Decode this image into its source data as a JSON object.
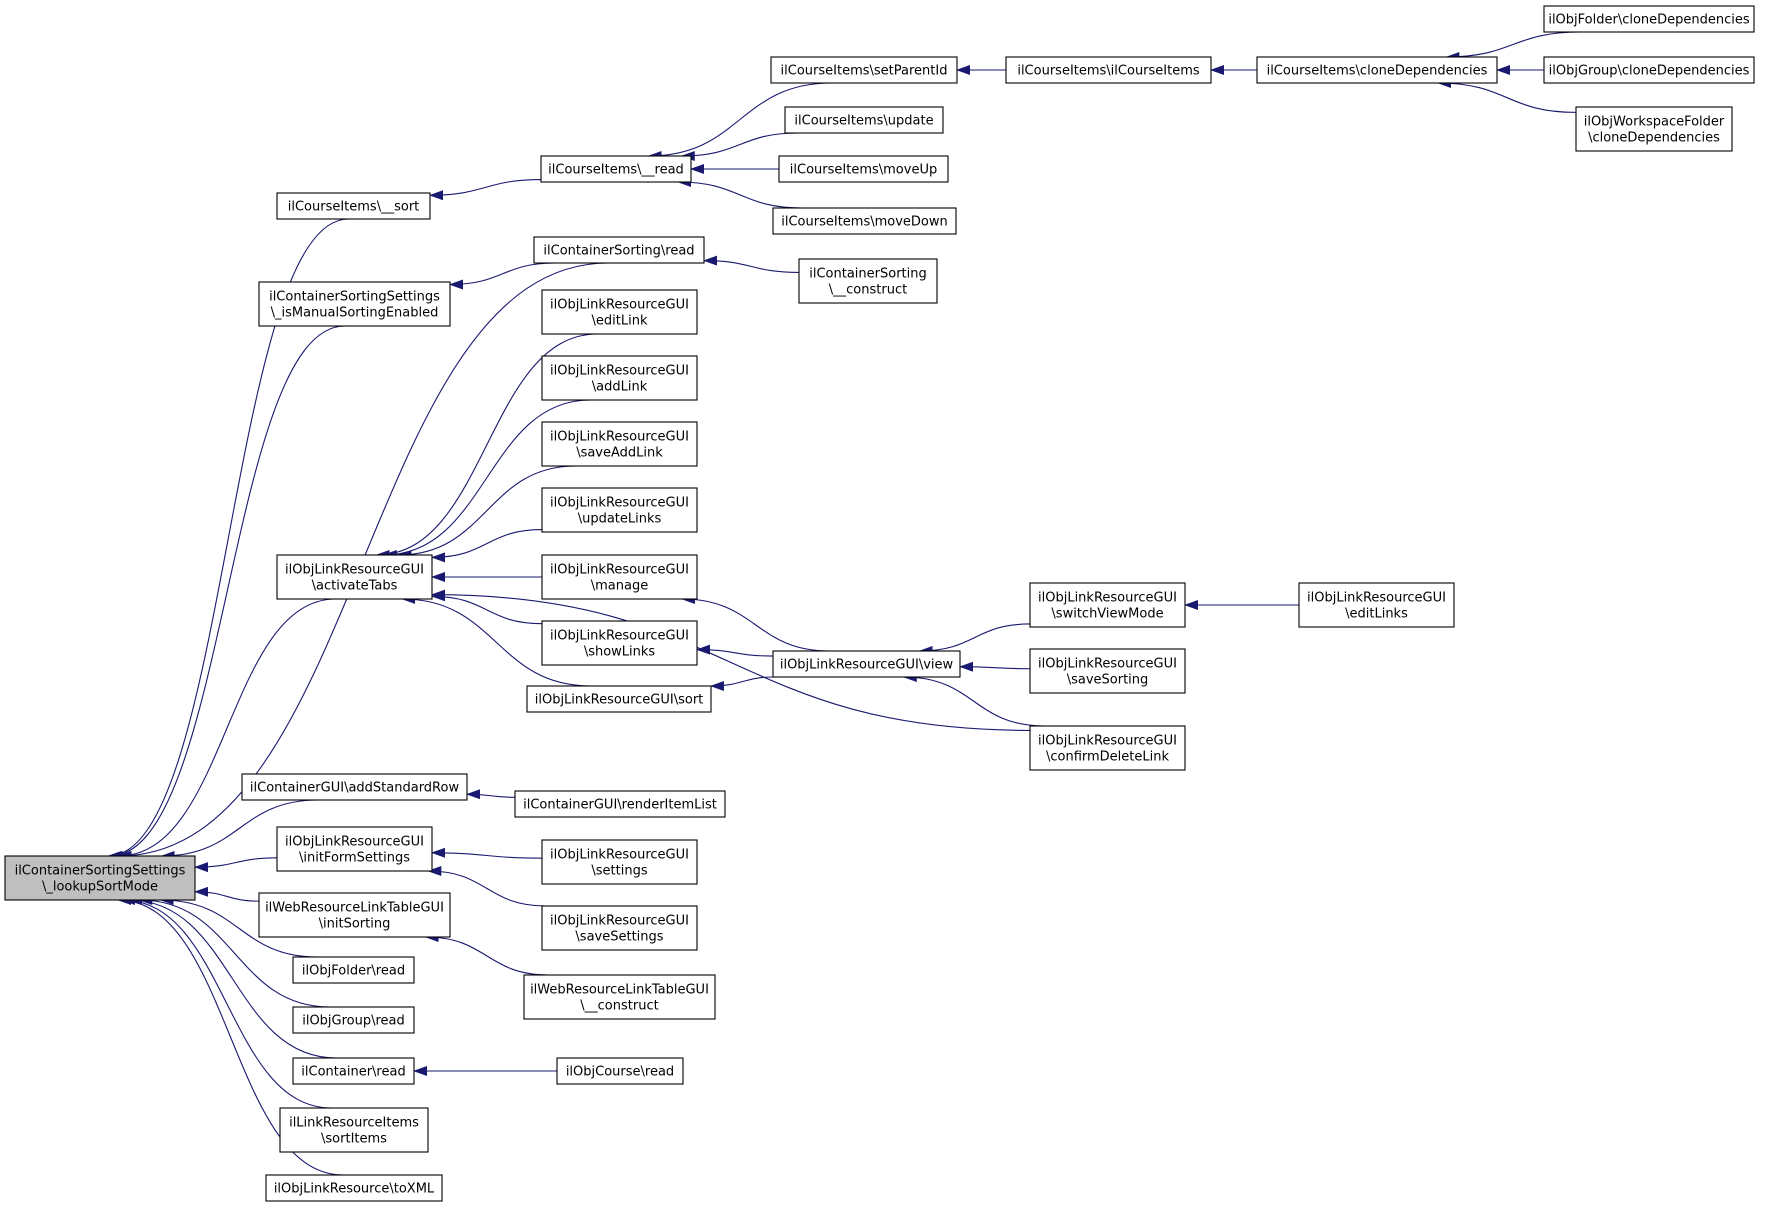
{
  "nodes": [
    {
      "id": "root",
      "lines": [
        "ilContainerSortingSettings",
        "\\_lookupSortMode"
      ],
      "root": true
    },
    {
      "id": "ci_sort",
      "lines": [
        "ilCourseItems\\__sort"
      ]
    },
    {
      "id": "ci_read",
      "lines": [
        "ilCourseItems\\__read"
      ]
    },
    {
      "id": "ci_setparent",
      "lines": [
        "ilCourseItems\\setParentId"
      ]
    },
    {
      "id": "ci_update",
      "lines": [
        "ilCourseItems\\update"
      ]
    },
    {
      "id": "ci_moveup",
      "lines": [
        "ilCourseItems\\moveUp"
      ]
    },
    {
      "id": "ci_movedown",
      "lines": [
        "ilCourseItems\\moveDown"
      ]
    },
    {
      "id": "ci_ctor",
      "lines": [
        "ilCourseItems\\ilCourseItems"
      ]
    },
    {
      "id": "ci_clone",
      "lines": [
        "ilCourseItems\\cloneDependencies"
      ]
    },
    {
      "id": "fold_clone",
      "lines": [
        "ilObjFolder\\cloneDependencies"
      ]
    },
    {
      "id": "grp_clone",
      "lines": [
        "ilObjGroup\\cloneDependencies"
      ]
    },
    {
      "id": "ws_clone",
      "lines": [
        "ilObjWorkspaceFolder",
        "\\cloneDependencies"
      ]
    },
    {
      "id": "cs_read",
      "lines": [
        "ilContainerSorting\\read"
      ]
    },
    {
      "id": "cs_ctor",
      "lines": [
        "ilContainerSorting",
        "\\__construct"
      ]
    },
    {
      "id": "css_manual",
      "lines": [
        "ilContainerSortingSettings",
        "\\_isManualSortingEnabled"
      ]
    },
    {
      "id": "lr_edit",
      "lines": [
        "ilObjLinkResourceGUI",
        "\\editLink"
      ]
    },
    {
      "id": "lr_add",
      "lines": [
        "ilObjLinkResourceGUI",
        "\\addLink"
      ]
    },
    {
      "id": "lr_saveadd",
      "lines": [
        "ilObjLinkResourceGUI",
        "\\saveAddLink"
      ]
    },
    {
      "id": "lr_updlinks",
      "lines": [
        "ilObjLinkResourceGUI",
        "\\updateLinks"
      ]
    },
    {
      "id": "lr_tabs",
      "lines": [
        "ilObjLinkResourceGUI",
        "\\activateTabs"
      ]
    },
    {
      "id": "lr_manage",
      "lines": [
        "ilObjLinkResourceGUI",
        "\\manage"
      ]
    },
    {
      "id": "lr_show",
      "lines": [
        "ilObjLinkResourceGUI",
        "\\showLinks"
      ]
    },
    {
      "id": "lr_sort",
      "lines": [
        "ilObjLinkResourceGUI\\sort"
      ]
    },
    {
      "id": "lr_view",
      "lines": [
        "ilObjLinkResourceGUI\\view"
      ]
    },
    {
      "id": "lr_switch",
      "lines": [
        "ilObjLinkResourceGUI",
        "\\switchViewMode"
      ]
    },
    {
      "id": "lr_editlinks",
      "lines": [
        "ilObjLinkResourceGUI",
        "\\editLinks"
      ]
    },
    {
      "id": "lr_savesort",
      "lines": [
        "ilObjLinkResourceGUI",
        "\\saveSorting"
      ]
    },
    {
      "id": "lr_confirm",
      "lines": [
        "ilObjLinkResourceGUI",
        "\\confirmDeleteLink"
      ]
    },
    {
      "id": "cg_addrow",
      "lines": [
        "ilContainerGUI\\addStandardRow"
      ]
    },
    {
      "id": "cg_render",
      "lines": [
        "ilContainerGUI\\renderItemList"
      ]
    },
    {
      "id": "lr_initform",
      "lines": [
        "ilObjLinkResourceGUI",
        "\\initFormSettings"
      ]
    },
    {
      "id": "lr_settings",
      "lines": [
        "ilObjLinkResourceGUI",
        "\\settings"
      ]
    },
    {
      "id": "lr_savesettings",
      "lines": [
        "ilObjLinkResourceGUI",
        "\\saveSettings"
      ]
    },
    {
      "id": "wr_initsort",
      "lines": [
        "ilWebResourceLinkTableGUI",
        "\\initSorting"
      ]
    },
    {
      "id": "wr_ctor",
      "lines": [
        "ilWebResourceLinkTableGUI",
        "\\__construct"
      ]
    },
    {
      "id": "fold_read",
      "lines": [
        "ilObjFolder\\read"
      ]
    },
    {
      "id": "grp_read",
      "lines": [
        "ilObjGroup\\read"
      ]
    },
    {
      "id": "cont_read",
      "lines": [
        "ilContainer\\read"
      ]
    },
    {
      "id": "crs_read",
      "lines": [
        "ilObjCourse\\read"
      ]
    },
    {
      "id": "lri_sort",
      "lines": [
        "ilLinkResourceItems",
        "\\sortItems"
      ]
    },
    {
      "id": "lr_toxml",
      "lines": [
        "ilObjLinkResource\\toXML"
      ]
    }
  ],
  "edges": [
    [
      "ci_sort",
      "root"
    ],
    [
      "css_manual",
      "root"
    ],
    [
      "cs_read",
      "root"
    ],
    [
      "lr_tabs",
      "root"
    ],
    [
      "cg_addrow",
      "root"
    ],
    [
      "lr_initform",
      "root"
    ],
    [
      "wr_initsort",
      "root"
    ],
    [
      "fold_read",
      "root"
    ],
    [
      "grp_read",
      "root"
    ],
    [
      "cont_read",
      "root"
    ],
    [
      "lri_sort",
      "root"
    ],
    [
      "lr_toxml",
      "root"
    ],
    [
      "ci_read",
      "ci_sort"
    ],
    [
      "ci_setparent",
      "ci_read"
    ],
    [
      "ci_update",
      "ci_read"
    ],
    [
      "ci_moveup",
      "ci_read"
    ],
    [
      "ci_movedown",
      "ci_read"
    ],
    [
      "ci_ctor",
      "ci_setparent"
    ],
    [
      "ci_clone",
      "ci_ctor"
    ],
    [
      "fold_clone",
      "ci_clone"
    ],
    [
      "grp_clone",
      "ci_clone"
    ],
    [
      "ws_clone",
      "ci_clone"
    ],
    [
      "cs_read",
      "css_manual"
    ],
    [
      "cs_ctor",
      "cs_read"
    ],
    [
      "lr_edit",
      "lr_tabs"
    ],
    [
      "lr_add",
      "lr_tabs"
    ],
    [
      "lr_saveadd",
      "lr_tabs"
    ],
    [
      "lr_updlinks",
      "lr_tabs"
    ],
    [
      "lr_manage",
      "lr_tabs"
    ],
    [
      "lr_show",
      "lr_tabs"
    ],
    [
      "lr_sort",
      "lr_tabs"
    ],
    [
      "lr_confirm",
      "lr_tabs"
    ],
    [
      "lr_view",
      "lr_manage"
    ],
    [
      "lr_view",
      "lr_show"
    ],
    [
      "lr_view",
      "lr_sort"
    ],
    [
      "lr_switch",
      "lr_view"
    ],
    [
      "lr_savesort",
      "lr_view"
    ],
    [
      "lr_confirm",
      "lr_view"
    ],
    [
      "lr_editlinks",
      "lr_switch"
    ],
    [
      "cg_render",
      "cg_addrow"
    ],
    [
      "lr_settings",
      "lr_initform"
    ],
    [
      "lr_savesettings",
      "lr_initform"
    ],
    [
      "wr_ctor",
      "wr_initsort"
    ],
    [
      "crs_read",
      "cont_read"
    ]
  ]
}
